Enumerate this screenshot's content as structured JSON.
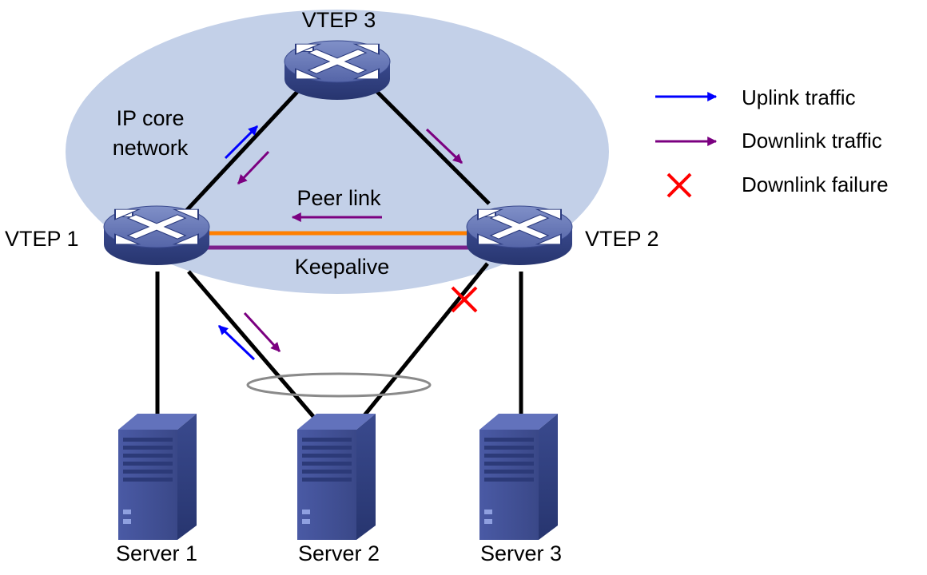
{
  "network": {
    "area_label_line1": "IP core",
    "area_label_line2": "network",
    "area_color": "#c3d0e8"
  },
  "devices": {
    "vtep1": "VTEP 1",
    "vtep2": "VTEP 2",
    "vtep3": "VTEP 3"
  },
  "links": {
    "peer_link": "Peer link",
    "keepalive": "Keepalive",
    "peer_link_color": "#ff7f00",
    "keepalive_color": "#7b1f8c"
  },
  "servers": {
    "server1": "Server 1",
    "server2": "Server 2",
    "server3": "Server 3"
  },
  "legend": {
    "uplink": "Uplink traffic",
    "downlink": "Downlink traffic",
    "failure": "Downlink failure",
    "uplink_color": "#0000ff",
    "downlink_color": "#7b0080",
    "failure_color": "#ff0000"
  }
}
